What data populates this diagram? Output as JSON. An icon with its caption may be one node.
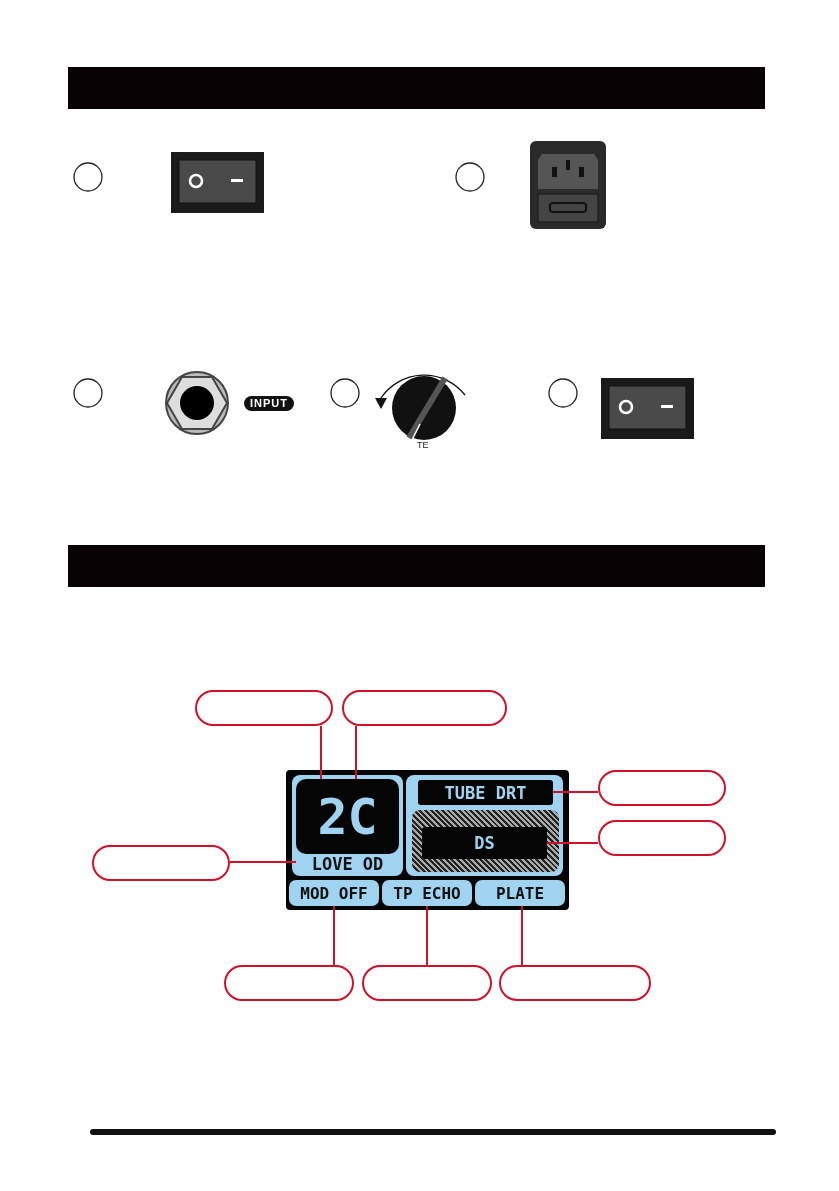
{
  "diagram": {
    "nodes": [
      {
        "text": [],
        "shape": "box"
      },
      {
        "text": [
          "2C"
        ],
        "in": 0
      },
      {
        "text": [
          "LOVE OD"
        ],
        "in": 0
      },
      {
        "text": [
          "TUBE DRT"
        ],
        "in": 0
      },
      {
        "text": [
          "DS"
        ],
        "in": 0
      },
      {
        "text": [
          "MOD OFF"
        ],
        "in": 0
      },
      {
        "text": [
          "TP ECHO"
        ],
        "in": 0
      },
      {
        "text": [
          "PLATE"
        ],
        "in": 0
      },
      {
        "text": [],
        "shape": "box"
      },
      {
        "text": [],
        "shape": "box"
      },
      {
        "text": [],
        "shape": "box"
      },
      {
        "text": [],
        "shape": "box"
      },
      {
        "text": [],
        "shape": "box"
      },
      {
        "text": [],
        "shape": "box"
      },
      {
        "text": [],
        "shape": "box"
      },
      {
        "text": [],
        "shape": "box"
      }
    ],
    "edges": [
      {
        "from": 8,
        "to": 1,
        "arrow": "none"
      },
      {
        "from": 9,
        "to": 1,
        "arrow": "none"
      },
      {
        "from": 10,
        "to": 3,
        "arrow": "none"
      },
      {
        "from": 11,
        "to": 4,
        "arrow": "none"
      },
      {
        "from": 12,
        "to": 2,
        "arrow": "none"
      },
      {
        "from": 13,
        "to": 5,
        "arrow": "none"
      },
      {
        "from": 14,
        "to": 6,
        "arrow": "none"
      },
      {
        "from": 15,
        "to": 7,
        "arrow": "none"
      }
    ],
    "labels": [
      "INPUT",
      "TE"
    ]
  }
}
